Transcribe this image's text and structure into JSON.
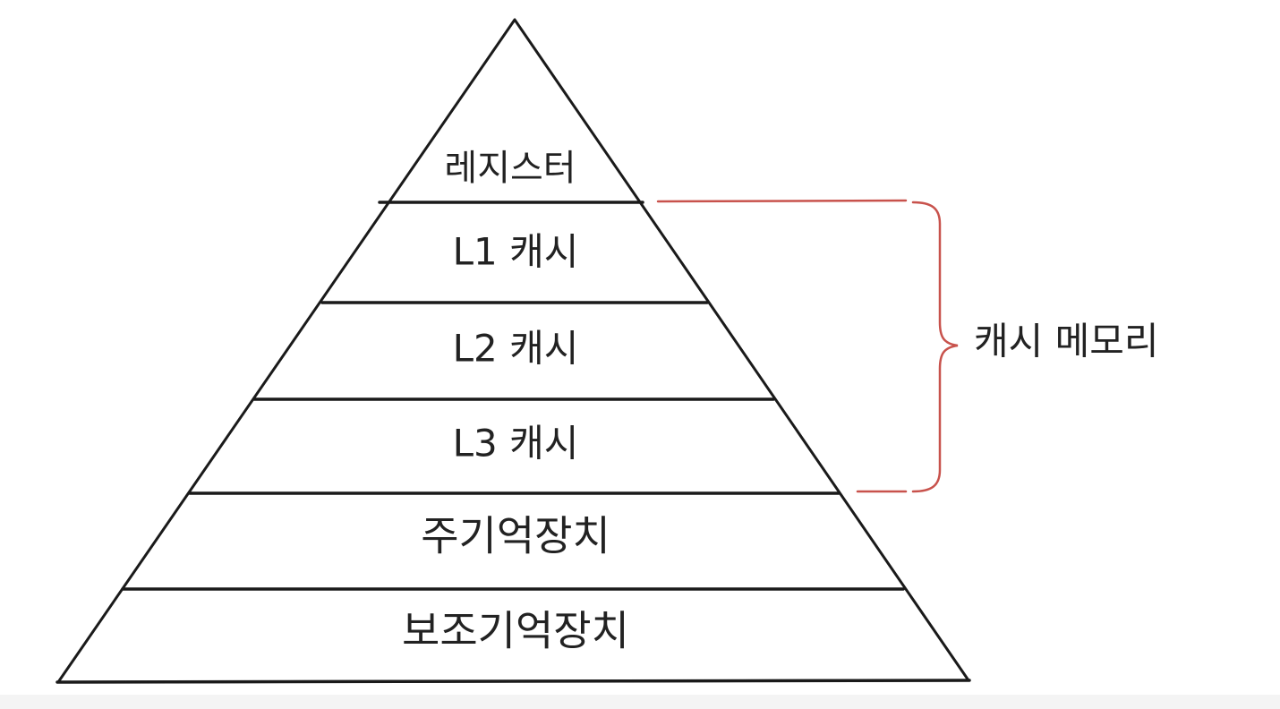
{
  "pyramid": {
    "levels": [
      {
        "label": "레지스터"
      },
      {
        "label": "L1 캐시"
      },
      {
        "label": "L2 캐시"
      },
      {
        "label": "L3 캐시"
      },
      {
        "label": "주기억장치"
      },
      {
        "label": "보조기억장치"
      }
    ]
  },
  "bracket": {
    "label": "캐시 메모리"
  },
  "colors": {
    "outline": "#1a1a1a",
    "accent": "#c8524c",
    "text": "#222222"
  }
}
